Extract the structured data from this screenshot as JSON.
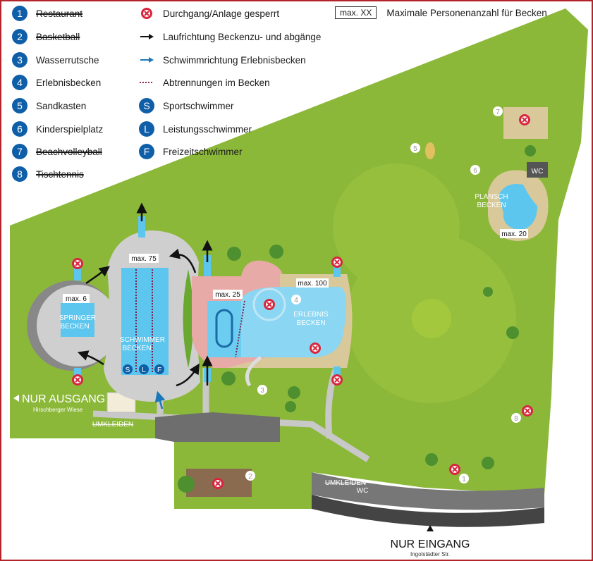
{
  "legend": {
    "numbered": [
      {
        "n": "1",
        "label": "Restaurant",
        "closed": true
      },
      {
        "n": "2",
        "label": "Basketball",
        "closed": true
      },
      {
        "n": "3",
        "label": "Wasserrutsche",
        "closed": false
      },
      {
        "n": "4",
        "label": "Erlebnisbecken",
        "closed": false
      },
      {
        "n": "5",
        "label": "Sandkasten",
        "closed": false
      },
      {
        "n": "6",
        "label": "Kinderspielplatz",
        "closed": false
      },
      {
        "n": "7",
        "label": "Beachvolleyball",
        "closed": true
      },
      {
        "n": "8",
        "label": "Tischtennis",
        "closed": true
      }
    ],
    "symbols": [
      {
        "icon": "closed-icon",
        "label": "Durchgang/Anlage gesperrt"
      },
      {
        "icon": "black-arrow-icon",
        "label": "Laufrichtung Beckenzu- und abgänge"
      },
      {
        "icon": "blue-arrow-icon",
        "label": "Schwimmrichtung Erlebnisbecken"
      },
      {
        "icon": "dotted-line-icon",
        "label": "Abtrennungen im Becken"
      },
      {
        "icon": "S",
        "label": "Sportschwimmer"
      },
      {
        "icon": "L",
        "label": "Leistungsschwimmer"
      },
      {
        "icon": "F",
        "label": "Freizeitschwimmer"
      }
    ],
    "max_box": "max. XX",
    "max_label": "Maximale Personenanzahl für Becken"
  },
  "map": {
    "springer": {
      "max": "max. 6",
      "line1": "SPRINGER",
      "line2": "BECKEN"
    },
    "schwimmer": {
      "max": "max. 75",
      "line1": "SCHWIMMER",
      "line2": "BECKEN",
      "lanes": [
        "S",
        "L",
        "F"
      ]
    },
    "small_pool": {
      "max": "max. 25"
    },
    "erlebnis": {
      "max": "max. 100",
      "line1": "ERLEBNIS",
      "line2": "BECKEN",
      "num": "4"
    },
    "plansch": {
      "max": "max. 20",
      "line1": "PLANSCH",
      "line2": "BECKEN"
    },
    "wc_top": "WC",
    "exit": {
      "title": "NUR AUSGANG",
      "sub": "Hirschberger Wiese"
    },
    "entrance": {
      "title": "NUR EINGANG",
      "sub": "Ingolstädter Str."
    },
    "umkleiden_left": "UMKLEIDEN",
    "umkleiden_bottom": "UMKLEIDEN",
    "wc_bottom": "WC",
    "markers": {
      "m1": "1",
      "m2": "2",
      "m3": "3",
      "m5": "5",
      "m6": "6",
      "m7": "7",
      "m8": "8"
    }
  },
  "colors": {
    "grass": "#8cb83a",
    "pool": "#5cc6ee",
    "closed": "#d7263d",
    "brand": "#0f5ea8"
  }
}
